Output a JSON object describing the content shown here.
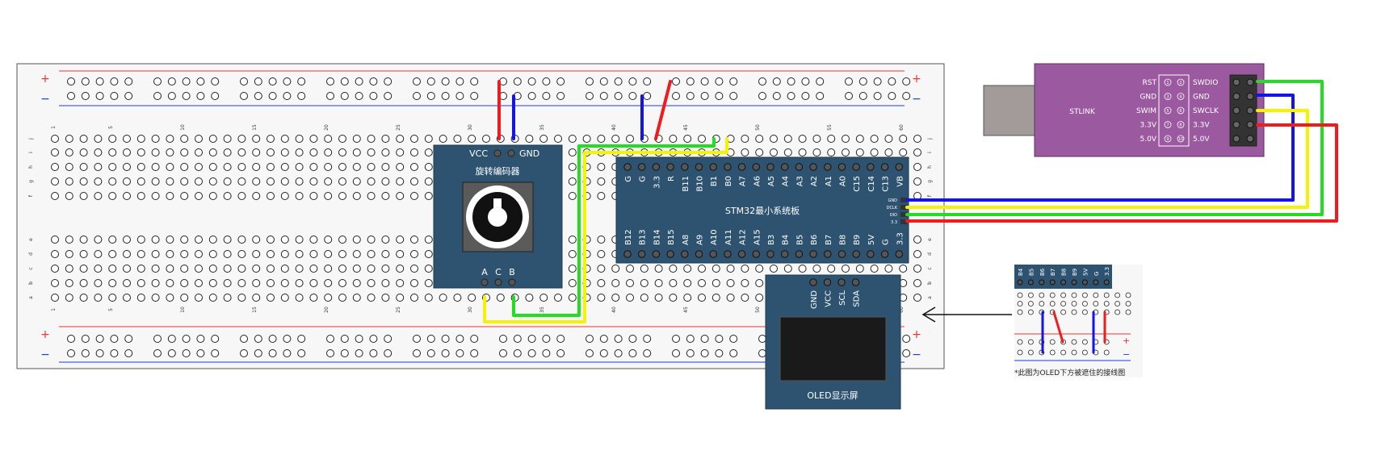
{
  "colors": {
    "board_border": "#4a4a4a",
    "rail_red": "#e53935",
    "rail_blue": "#1e3cd8",
    "pcb": "#2d5370",
    "stlink": "#9b5aa0",
    "wire_red": "#ee1c1c",
    "wire_blue": "#1414e6",
    "wire_green": "#22dd22",
    "wire_yellow": "#f4f400"
  },
  "breadboard": {
    "plus_sign": "+",
    "minus_sign": "−",
    "col_numbers": [
      "1",
      "5",
      "10",
      "15",
      "20",
      "25",
      "30",
      "35",
      "40",
      "45",
      "50",
      "55",
      "60"
    ],
    "row_letters_top": [
      "j",
      "i",
      "h",
      "g",
      "f"
    ],
    "row_letters_bottom": [
      "e",
      "d",
      "c",
      "b",
      "a"
    ]
  },
  "encoder": {
    "title": "旋转编码器",
    "vcc": "VCC",
    "gnd": "GND",
    "pin_a": "A",
    "pin_c": "C",
    "pin_b": "B"
  },
  "stm32": {
    "title": "STM32最小系统板",
    "top_pins": [
      "G",
      "G",
      "3.3",
      "R",
      "B11",
      "B10",
      "B1",
      "B0",
      "A7",
      "A6",
      "A5",
      "A4",
      "A3",
      "A2",
      "A1",
      "A0",
      "C15",
      "C14",
      "C13",
      "VB"
    ],
    "bottom_pins": [
      "B12",
      "B13",
      "B14",
      "B15",
      "A8",
      "A9",
      "A10",
      "A11",
      "A12",
      "A15",
      "B3",
      "B4",
      "B5",
      "B6",
      "B7",
      "B8",
      "B9",
      "5V",
      "G",
      "3.3"
    ],
    "swd_pins": [
      "GND",
      "DCLK",
      "DIO",
      "3.3"
    ]
  },
  "oled": {
    "title": "OLED显示屏",
    "pins": [
      "GND",
      "VCC",
      "SCL",
      "SDA"
    ]
  },
  "stlink": {
    "title": "STLINK",
    "left_labels": [
      "RST",
      "GND",
      "SWIM",
      "3.3V",
      "5.0V"
    ],
    "left_nums": [
      "1",
      "3",
      "5",
      "7",
      "9"
    ],
    "right_nums": [
      "2",
      "4",
      "6",
      "8",
      "10"
    ],
    "right_labels": [
      "SWDIO",
      "GND",
      "SWCLK",
      "3.3V",
      "5.0V"
    ]
  },
  "inset": {
    "pins": [
      "B4",
      "B5",
      "B6",
      "B7",
      "B8",
      "B9",
      "5V",
      "G",
      "3.3"
    ],
    "plus_sign": "+",
    "minus_sign": "−",
    "caption": "*此图为OLED下方被遮住的接线图"
  }
}
